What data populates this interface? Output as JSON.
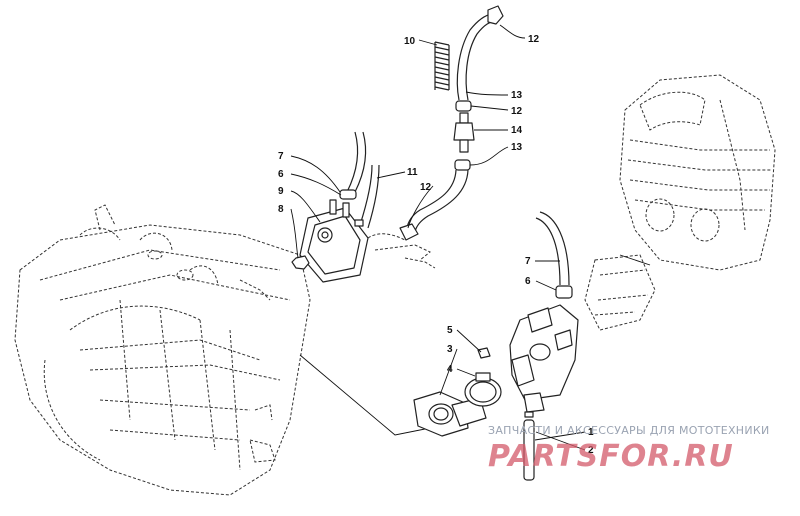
{
  "callouts": [
    {
      "id": "c10",
      "text": "10"
    },
    {
      "id": "c12a",
      "text": "12"
    },
    {
      "id": "c13a",
      "text": "13"
    },
    {
      "id": "c12b",
      "text": "12"
    },
    {
      "id": "c14",
      "text": "14"
    },
    {
      "id": "c13b",
      "text": "13"
    },
    {
      "id": "c7a",
      "text": "7"
    },
    {
      "id": "c6a",
      "text": "6"
    },
    {
      "id": "c9",
      "text": "9"
    },
    {
      "id": "c8",
      "text": "8"
    },
    {
      "id": "c11",
      "text": "11"
    },
    {
      "id": "c12c",
      "text": "12"
    },
    {
      "id": "c7b",
      "text": "7"
    },
    {
      "id": "c6b",
      "text": "6"
    },
    {
      "id": "c5",
      "text": "5"
    },
    {
      "id": "c3",
      "text": "3"
    },
    {
      "id": "c4",
      "text": "4"
    },
    {
      "id": "c1",
      "text": "1"
    },
    {
      "id": "c2",
      "text": "2"
    }
  ],
  "watermark": {
    "caption": "ЗАПЧАСТИ И АКСЕССУАРЫ ДЛЯ МОТОТЕХНИКИ",
    "brand": "PARTSFOR.RU"
  },
  "colors": {
    "ink": "#222222",
    "watermark_caption": "#9aa3b2",
    "watermark_brand": "#d45a6a"
  }
}
